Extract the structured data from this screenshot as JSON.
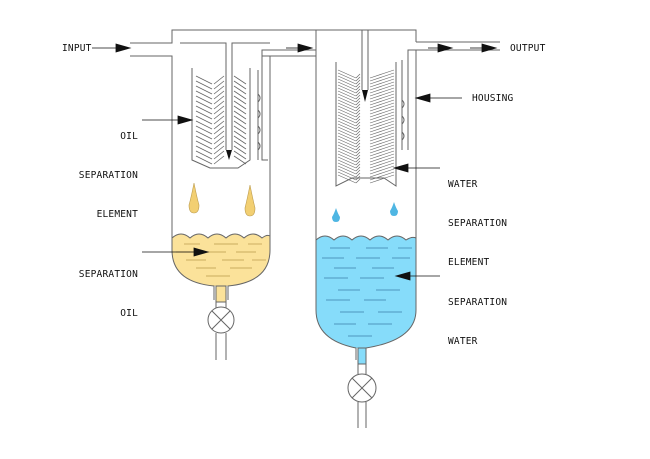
{
  "labels": {
    "input": "INPUT",
    "output": "OUTPUT",
    "housing": "HOUSING",
    "oil_element": [
      "OIL",
      "SEPARATION",
      "ELEMENT"
    ],
    "water_element": [
      "WATER",
      "SEPARATION",
      "ELEMENT"
    ],
    "separation_oil": [
      "SEPARATION",
      "OIL"
    ],
    "separation_water": [
      "SEPARATION",
      "WATER"
    ]
  },
  "colors": {
    "oil": "#fbe29a",
    "oil_drop": "#f2cf72",
    "water": "#86dcfa",
    "water_drop": "#4fb6e3",
    "line": "#666666",
    "dash_oil": "#b89a4a",
    "dash_water": "#3a7fa8"
  }
}
